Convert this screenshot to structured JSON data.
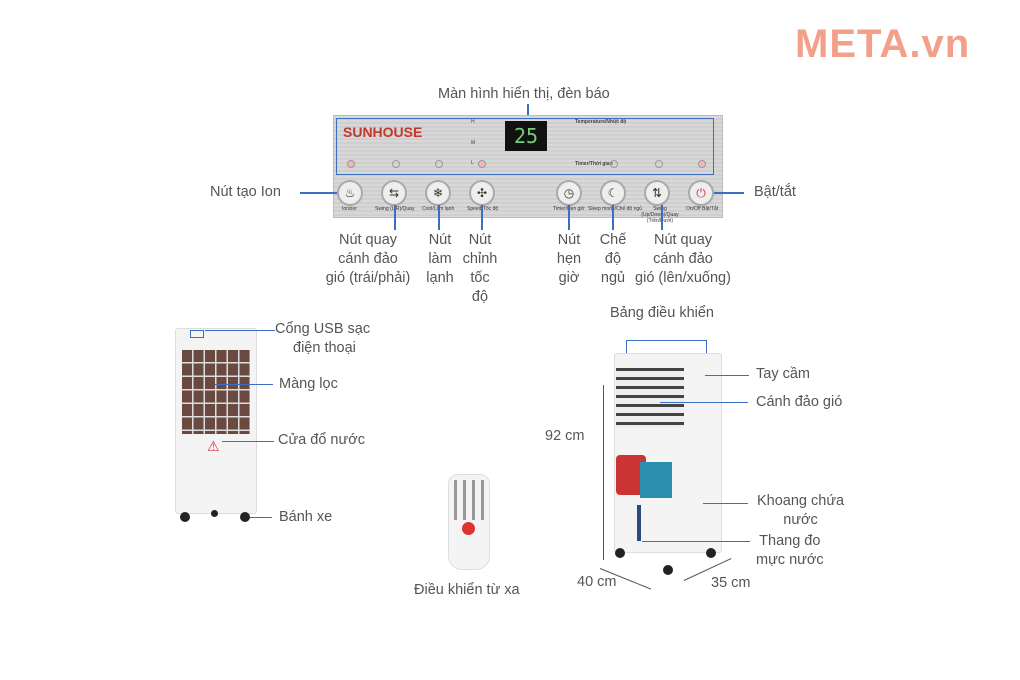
{
  "logo": "META.vn",
  "panel": {
    "brand": "SUNHOUSE",
    "display_value": "25",
    "speed_levels": [
      "H",
      "M",
      "L"
    ],
    "temperature_label": "Temperature/Nhiệt độ",
    "timer_label": "Timer/Thời gian",
    "buttons": [
      {
        "label": "Ionizer",
        "icon": "ionizer-icon",
        "glyph": "♨"
      },
      {
        "label": "Swing (L/R)/Quay",
        "icon": "swing-lr-icon",
        "glyph": "⇆"
      },
      {
        "label": "Cool/Làm lạnh",
        "icon": "snowflake-icon",
        "glyph": "❄"
      },
      {
        "label": "Speed/Tốc độ",
        "icon": "fan-speed-icon",
        "glyph": "✣"
      },
      {
        "label": "Timer/Hẹn giờ",
        "icon": "clock-icon",
        "glyph": "◷"
      },
      {
        "label": "Sleep mode/Chế độ ngủ",
        "icon": "moon-icon",
        "glyph": "☾"
      },
      {
        "label": "Swing (Up/Down)/Quay (Trên/Dưới)",
        "icon": "swing-ud-icon",
        "glyph": "⇅"
      },
      {
        "label": "On/Off Bật/Tắt",
        "icon": "power-icon",
        "glyph": "⏻"
      }
    ]
  },
  "callouts": {
    "display": "Màn hình hiển thị, đèn báo",
    "ion": "Nút tạo Ion",
    "power": "Bật/tắt",
    "swing_lr": [
      "Nút quay",
      "cánh đảo",
      "gió (trái/phải)"
    ],
    "cool": [
      "Nút",
      "làm",
      "lạnh"
    ],
    "speed": [
      "Nút",
      "chỉnh",
      "tốc",
      "độ"
    ],
    "timer": [
      "Nút",
      "hẹn",
      "giờ"
    ],
    "sleep": [
      "Chế",
      "độ",
      "ngủ"
    ],
    "swing_ud": [
      "Nút quay",
      "cánh đảo",
      "gió (lên/xuống)"
    ],
    "usb": [
      "Cổng USB sạc",
      "điện thoại"
    ],
    "filter": "Màng lọc",
    "water_door": "Cửa đổ nước",
    "wheels": "Bánh xe",
    "remote": "Điều khiển từ xa",
    "control_panel": "Bảng điều khiển",
    "handle": "Tay cầm",
    "louver": "Cánh đảo gió",
    "tank": [
      "Khoang chứa",
      "nước"
    ],
    "gauge": [
      "Thang đo",
      "mực nước"
    ],
    "height": "92 cm",
    "width": "40 cm",
    "depth": "35 cm"
  },
  "colors": {
    "logo": "#f3a08a",
    "callout_line": "#3a6fc0",
    "brand": "#c0392b"
  }
}
